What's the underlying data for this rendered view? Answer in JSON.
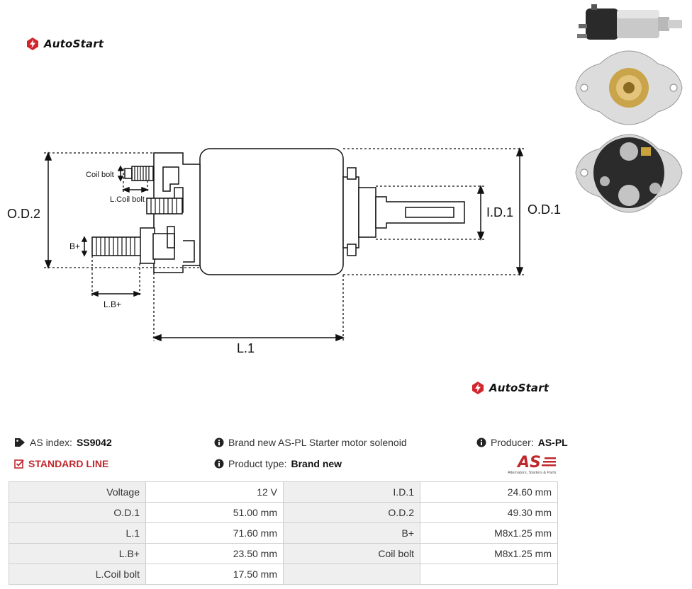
{
  "brand": {
    "name": "AutoStart"
  },
  "diagram_labels": {
    "od2": "O.D.2",
    "od1": "O.D.1",
    "id1": "I.D.1",
    "l1": "L.1",
    "lbplus": "L.B+",
    "bplus": "B+",
    "coil_bolt": "Coil bolt",
    "l_coil_bolt": "L.Coil bolt"
  },
  "info": {
    "as_index_label": "AS index:",
    "as_index_value": "SS9042",
    "line": "STANDARD LINE",
    "description": "Brand new AS-PL Starter motor solenoid",
    "product_type_label": "Product type:",
    "product_type_value": "Brand new",
    "producer_label": "Producer:",
    "producer_value": "AS-PL",
    "producer_logo_text": "AS",
    "producer_tagline": "Alternators, Starters & Parts"
  },
  "specs": [
    {
      "l1": "Voltage",
      "v1": "12 V",
      "l2": "I.D.1",
      "v2": "24.60 mm"
    },
    {
      "l1": "O.D.1",
      "v1": "51.00 mm",
      "l2": "O.D.2",
      "v2": "49.30 mm"
    },
    {
      "l1": "L.1",
      "v1": "71.60 mm",
      "l2": "B+",
      "v2": "M8x1.25 mm"
    },
    {
      "l1": "L.B+",
      "v1": "23.50 mm",
      "l2": "Coil bolt",
      "v2": "M8x1.25 mm"
    },
    {
      "l1": "L.Coil bolt",
      "v1": "17.50 mm",
      "l2": "",
      "v2": ""
    }
  ],
  "colors": {
    "accent_red": "#c0282d"
  }
}
